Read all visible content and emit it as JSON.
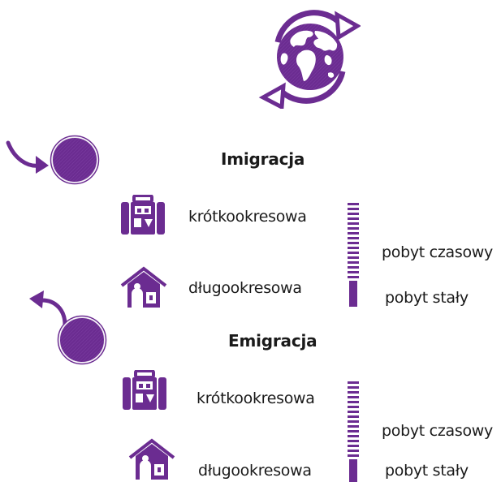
{
  "colors": {
    "accent": "#6b2c91",
    "text": "#1a1a1a",
    "background": "#ffffff"
  },
  "icons": {
    "top": "globe-exchange-icon",
    "arrow_in": "arrow-in-icon",
    "arrow_out": "arrow-out-icon",
    "suitcase": "suitcase-icon",
    "house": "house-icon"
  },
  "immigration": {
    "title": "Imigracja",
    "short_label": "krótkookresowa",
    "long_label": "długookresowa",
    "temporary_label": "pobyt czasowy",
    "permanent_label": "pobyt stały"
  },
  "emigration": {
    "title": "Emigracja",
    "short_label": "krótkookresowa",
    "long_label": "długookresowa",
    "temporary_label": "pobyt czasowy",
    "permanent_label": "pobyt stały"
  }
}
